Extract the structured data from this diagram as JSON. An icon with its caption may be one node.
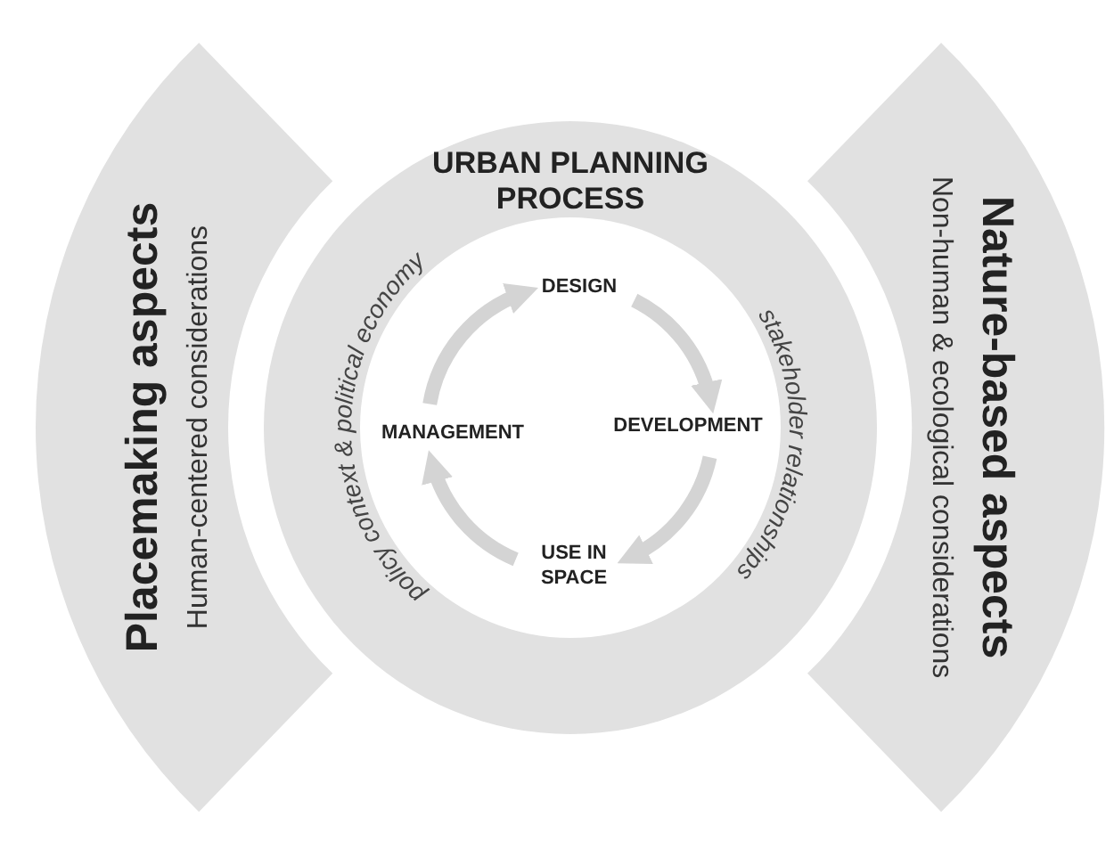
{
  "diagram": {
    "nodes": [
      {
        "text": [
          "Placemaking aspects",
          "Human-centered considerations"
        ]
      },
      {
        "text": [
          "Nature-based aspects",
          "Non-human & ecological considerations"
        ]
      },
      {
        "text": [
          "URBAN PLANNING PROCESS",
          "policy context & political economy",
          "stakeholder relationships"
        ]
      },
      {
        "text": [
          "DESIGN"
        ],
        "in": 2
      },
      {
        "text": [
          "DEVELOPMENT"
        ],
        "in": 2
      },
      {
        "text": [
          "USE IN SPACE"
        ],
        "in": 2
      },
      {
        "text": [
          "MANAGEMENT"
        ],
        "in": 2
      }
    ],
    "edges": [
      {
        "from": 3,
        "to": 4,
        "arrow": "to"
      },
      {
        "from": 4,
        "to": 5,
        "arrow": "to"
      },
      {
        "from": 5,
        "to": 6,
        "arrow": "to"
      },
      {
        "from": 6,
        "to": 3,
        "arrow": "to"
      }
    ]
  }
}
